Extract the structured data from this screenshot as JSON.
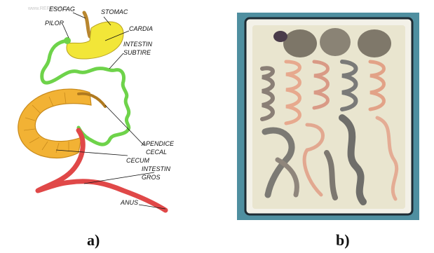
{
  "diagram": {
    "watermark": "www.REFERAT.ro",
    "labels": {
      "esofag": "ESOFAG",
      "stomac": "STOMAC",
      "pilor": "PILOR",
      "cardia": "CARDIA",
      "intestin_subtire_1": "INTESTIN",
      "intestin_subtire_2": "SUBTIRE",
      "apendice_1": "APENDICE",
      "apendice_2": "CECAL",
      "cecum": "CECUM",
      "intestin_gros_1": "INTESTIN",
      "intestin_gros_2": "GROS",
      "anus": "ANUS"
    },
    "colors": {
      "esophagus": "#b8862e",
      "stomach": "#f2e638",
      "small_intestine": "#6ed34a",
      "colon": "#f2b234",
      "appendix": "#b07a20",
      "rectum": "#e04848"
    }
  },
  "photo": {
    "tray_color": "#f3f1e8",
    "background_color": "#4f8fa0"
  },
  "captions": {
    "a": "a)",
    "b": "b)"
  }
}
